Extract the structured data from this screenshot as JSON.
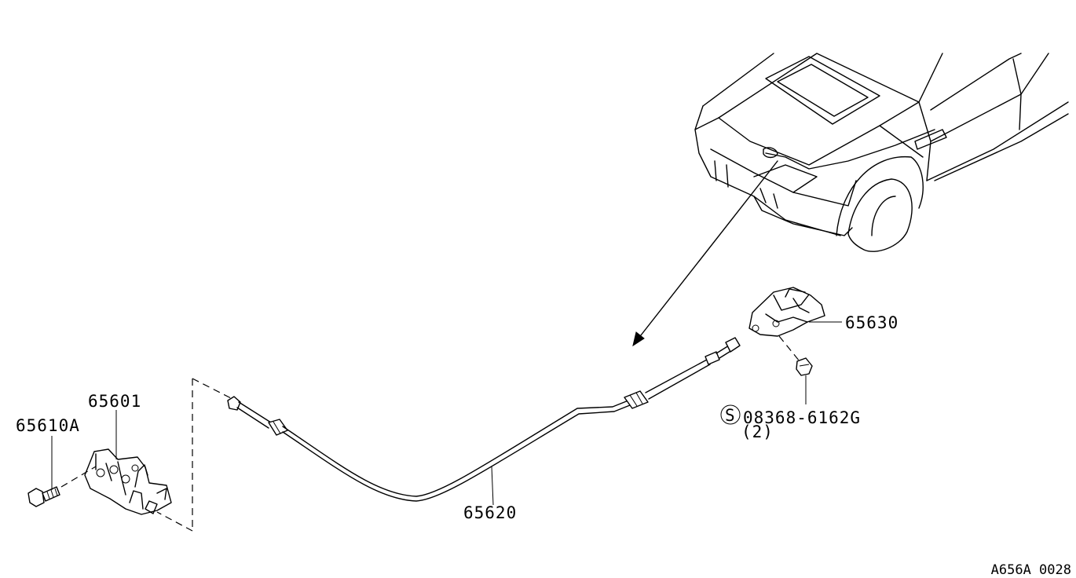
{
  "parts": {
    "bolt": "65610A",
    "lock": "65601",
    "cable": "65620",
    "handle": "65630",
    "screw_symbol": "S",
    "screw": "08368-6162G",
    "screw_qty": "(2)"
  },
  "reference": "A656A 0028"
}
